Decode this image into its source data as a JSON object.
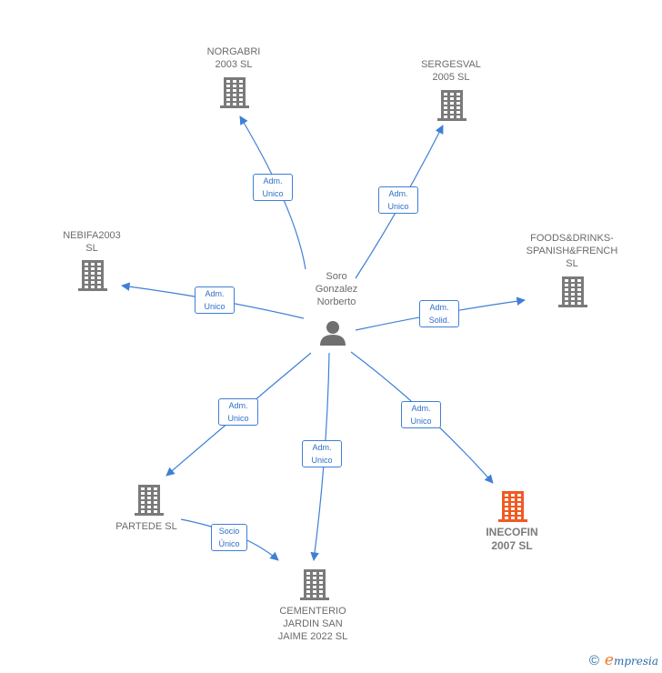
{
  "person": {
    "name": "Soro\nGonzalez\nNorberto",
    "icon": "person-icon"
  },
  "companies": [
    {
      "id": "norgabri",
      "name": "NORGABRI\n2003  SL",
      "icon": "building-icon",
      "highlight": false
    },
    {
      "id": "sergesval",
      "name": "SERGESVAL\n2005  SL",
      "icon": "building-icon",
      "highlight": false
    },
    {
      "id": "nebifa",
      "name": "NEBIFA2003\nSL",
      "icon": "building-icon",
      "highlight": false
    },
    {
      "id": "foods",
      "name": "FOODS&DRINKS-\nSPANISH&FRENCH\nSL",
      "icon": "building-icon",
      "highlight": false
    },
    {
      "id": "partede",
      "name": "PARTEDE  SL",
      "icon": "building-icon",
      "highlight": false
    },
    {
      "id": "inecofin",
      "name": "INECOFIN\n2007  SL",
      "icon": "building-icon",
      "highlight": true
    },
    {
      "id": "cementerio",
      "name": "CEMENTERIO\nJARDIN SAN\nJAIME 2022  SL",
      "icon": "building-icon",
      "highlight": false
    }
  ],
  "relations": [
    {
      "from": "person",
      "to": "norgabri",
      "label": "Adm.\nUnico"
    },
    {
      "from": "person",
      "to": "sergesval",
      "label": "Adm.\nUnico"
    },
    {
      "from": "person",
      "to": "nebifa",
      "label": "Adm.\nUnico"
    },
    {
      "from": "person",
      "to": "foods",
      "label": "Adm.\nSolid."
    },
    {
      "from": "person",
      "to": "partede",
      "label": "Adm.\nUnico"
    },
    {
      "from": "person",
      "to": "cementerio",
      "label": "Adm.\nUnico"
    },
    {
      "from": "person",
      "to": "inecofin",
      "label": "Adm.\nUnico"
    },
    {
      "from": "partede",
      "to": "cementerio",
      "label": "Socio\nÚnico"
    }
  ],
  "colors": {
    "edge": "#3f7fd6",
    "building": "#7a7a7a",
    "highlight": "#f05a22",
    "person": "#6f6f6f"
  },
  "footer": {
    "copyright": "©",
    "brand_initial": "e",
    "brand_rest": "mpresia"
  }
}
